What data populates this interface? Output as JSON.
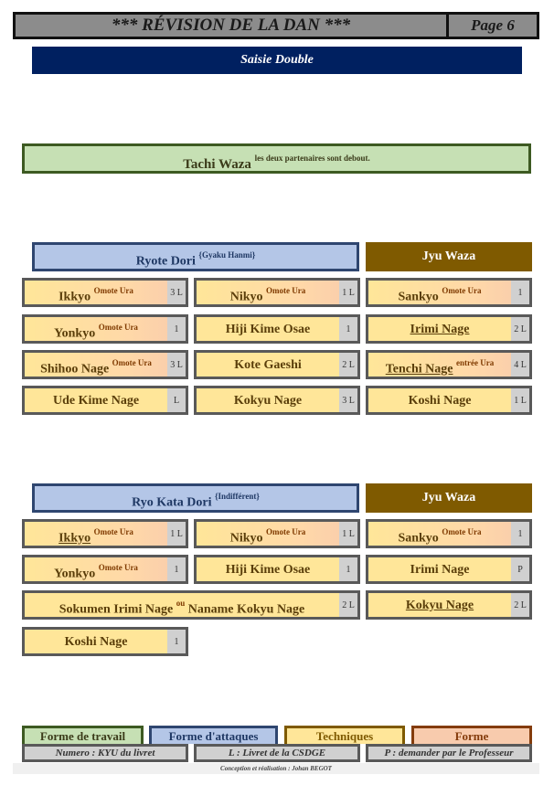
{
  "header": {
    "title": "*** RÉVISION DE LA DAN ***",
    "page": "Page 6"
  },
  "subtitle": "Saisie Double",
  "tachi": {
    "label": "Tachi Waza",
    "note": "les deux partenaires sont debout."
  },
  "section1": {
    "title": "Ryote Dori",
    "sup": "{Gyaku Hanmi}",
    "jyu": "Jyu Waza",
    "cells": [
      {
        "label": "Ikkyo",
        "sup": "Omote Ura",
        "book": "3 L"
      },
      {
        "label": "Nikyo",
        "sup": "Omote Ura",
        "book": "1 L"
      },
      {
        "label": "Sankyo",
        "sup": "Omote Ura",
        "book": "1"
      },
      {
        "label": "Yonkyo",
        "sup": "Omote Ura",
        "book": "1"
      },
      {
        "label": "Hiji Kime Osae",
        "sup": "",
        "book": "1"
      },
      {
        "label": "Irimi Nage",
        "sup": "",
        "book": "2 L"
      },
      {
        "label": "Shihoo Nage",
        "sup": "Omote Ura",
        "book": "3 L"
      },
      {
        "label": "Kote Gaeshi",
        "sup": "",
        "book": "2 L"
      },
      {
        "label": "Tenchi Nage",
        "sup": "entrée Ura",
        "book": "4 L"
      },
      {
        "label": "Ude Kime Nage",
        "sup": "",
        "book": "L"
      },
      {
        "label": "Kokyu Nage",
        "sup": "",
        "book": "3 L"
      },
      {
        "label": "Koshi Nage",
        "sup": "",
        "book": "1 L"
      }
    ]
  },
  "section2": {
    "title": "Ryo Kata Dori",
    "sup": "{Indifférent}",
    "jyu": "Jyu Waza",
    "cells": [
      {
        "label": "Ikkyo",
        "sup": "Omote Ura",
        "book": "1 L"
      },
      {
        "label": "Nikyo",
        "sup": "Omote Ura",
        "book": "1 L"
      },
      {
        "label": "Sankyo",
        "sup": "Omote Ura",
        "book": "1"
      },
      {
        "label": "Yonkyo",
        "sup": "Omote Ura",
        "book": "1"
      },
      {
        "label": "Hiji Kime Osae",
        "sup": "",
        "book": "1"
      },
      {
        "label": "Irimi Nage",
        "sup": "",
        "book": "P"
      },
      {
        "label": "Sokumen Irimi Nage",
        "sup": "ou",
        "label2": "Naname Kokyu Nage",
        "book": "2 L"
      },
      {
        "label": "Kokyu Nage",
        "sup": "",
        "book": "2 L"
      },
      {
        "label": "Koshi Nage",
        "sup": "",
        "book": "1"
      }
    ]
  },
  "footer": {
    "tabs": [
      "Forme de travail",
      "Forme d'attaques",
      "Techniques",
      "Forme"
    ],
    "info": [
      "Numero : KYU du livret",
      "L : Livret de la CSDGE",
      "P : demander par le Professeur"
    ],
    "credit": "Conception et réalisation : Johan BEGOT"
  }
}
